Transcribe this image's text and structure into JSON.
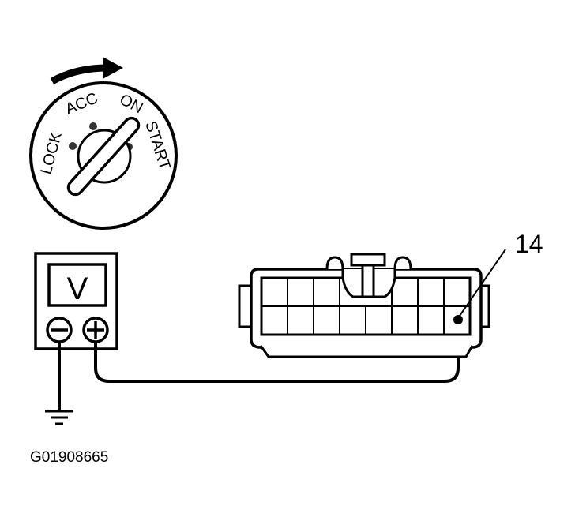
{
  "ignition_switch": {
    "positions": [
      "LOCK",
      "ACC",
      "ON",
      "START"
    ]
  },
  "voltmeter": {
    "display": "V",
    "negative_terminal": "minus-symbol",
    "positive_terminal": "plus-symbol"
  },
  "connector": {
    "pin_label": "14"
  },
  "ground": {
    "icon": "ground-icon"
  },
  "figure_id": "G01908665",
  "colors": {
    "ink": "#000000",
    "background": "#ffffff",
    "dot_fill": "#333333"
  }
}
